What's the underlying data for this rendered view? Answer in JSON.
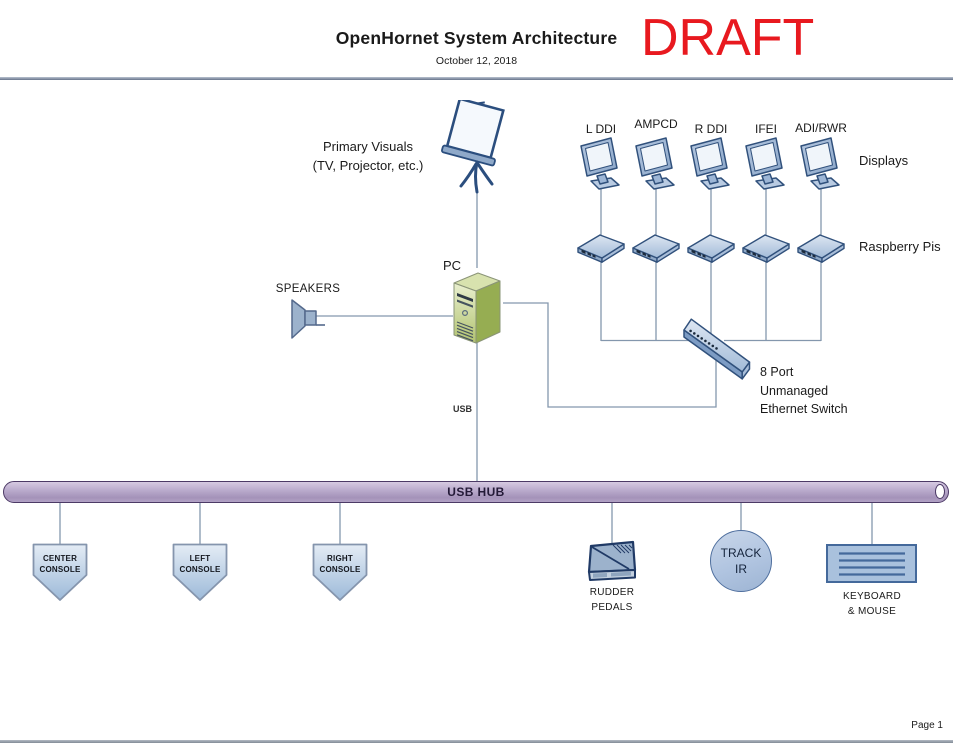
{
  "header": {
    "title": "OpenHornet System Architecture",
    "date": "October 12, 2018",
    "draft": "DRAFT"
  },
  "footer": {
    "page": "Page 1"
  },
  "primary_visuals": {
    "line1": "Primary Visuals",
    "line2": "(TV, Projector, etc.)"
  },
  "displays": {
    "group_label": "Displays",
    "items": [
      "L DDI",
      "AMPCD",
      "R DDI",
      "IFEI",
      "ADI/RWR"
    ]
  },
  "raspberry_pis": {
    "group_label": "Raspberry Pis"
  },
  "pc": {
    "label": "PC"
  },
  "speakers": {
    "label": "SPEAKERS"
  },
  "ethernet_switch": {
    "line1": "8 Port",
    "line2": "Unmanaged",
    "line3": "Ethernet Switch"
  },
  "usb": {
    "cable_label": "USB",
    "hub_label": "USB HUB"
  },
  "consoles": [
    {
      "line1": "CENTER",
      "line2": "CONSOLE"
    },
    {
      "line1": "LEFT",
      "line2": "CONSOLE"
    },
    {
      "line1": "RIGHT",
      "line2": "CONSOLE"
    }
  ],
  "rudder_pedals": {
    "line1": "RUDDER",
    "line2": "PEDALS"
  },
  "track_ir": {
    "line1": "TRACK",
    "line2": "IR"
  },
  "keyboard_mouse": {
    "line1": "KEYBOARD",
    "line2": "& MOUSE"
  },
  "colors": {
    "draft_red": "#e8191f",
    "hub_purple": "#b3a3c6",
    "icon_blue": "#9cb2cc",
    "icon_border": "#31517c",
    "pc_green": "#b7c87e",
    "connector_line": "#8497ad"
  }
}
